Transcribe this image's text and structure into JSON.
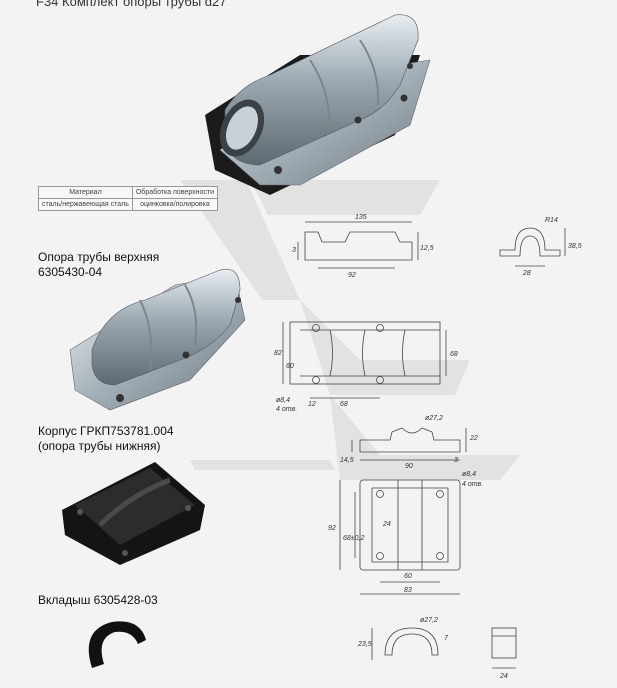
{
  "title": "F34 Комплект опоры трубы d27",
  "spec_table": {
    "headers": [
      "Материал",
      "Обработка поверхности"
    ],
    "values": [
      "сталь/нержавеющая сталь",
      "оцинковка/полировка"
    ]
  },
  "parts": [
    {
      "name": "Опора трубы верхняя",
      "code": "6305430-04"
    },
    {
      "name": "Корпус ГРКП753781.004",
      "code": "(опора трубы нижняя)"
    },
    {
      "name": "Вкладыш 6305428-03"
    }
  ],
  "dimensions": {
    "upper_side": [
      "135",
      "3",
      "92",
      "12,5"
    ],
    "upper_end": [
      "R14",
      "38,5",
      "28"
    ],
    "upper_top": [
      "82",
      "60",
      "68",
      "ø8,4",
      "4 отв.",
      "12",
      "68"
    ],
    "body_side": [
      "ø27,2",
      "14,5",
      "90",
      "3",
      "22"
    ],
    "body_top": [
      "ø8,4",
      "4 отв.",
      "92",
      "68±0,2",
      "24",
      "60",
      "83"
    ],
    "insert": [
      "ø27,2",
      "23,5",
      "7",
      "24"
    ]
  }
}
